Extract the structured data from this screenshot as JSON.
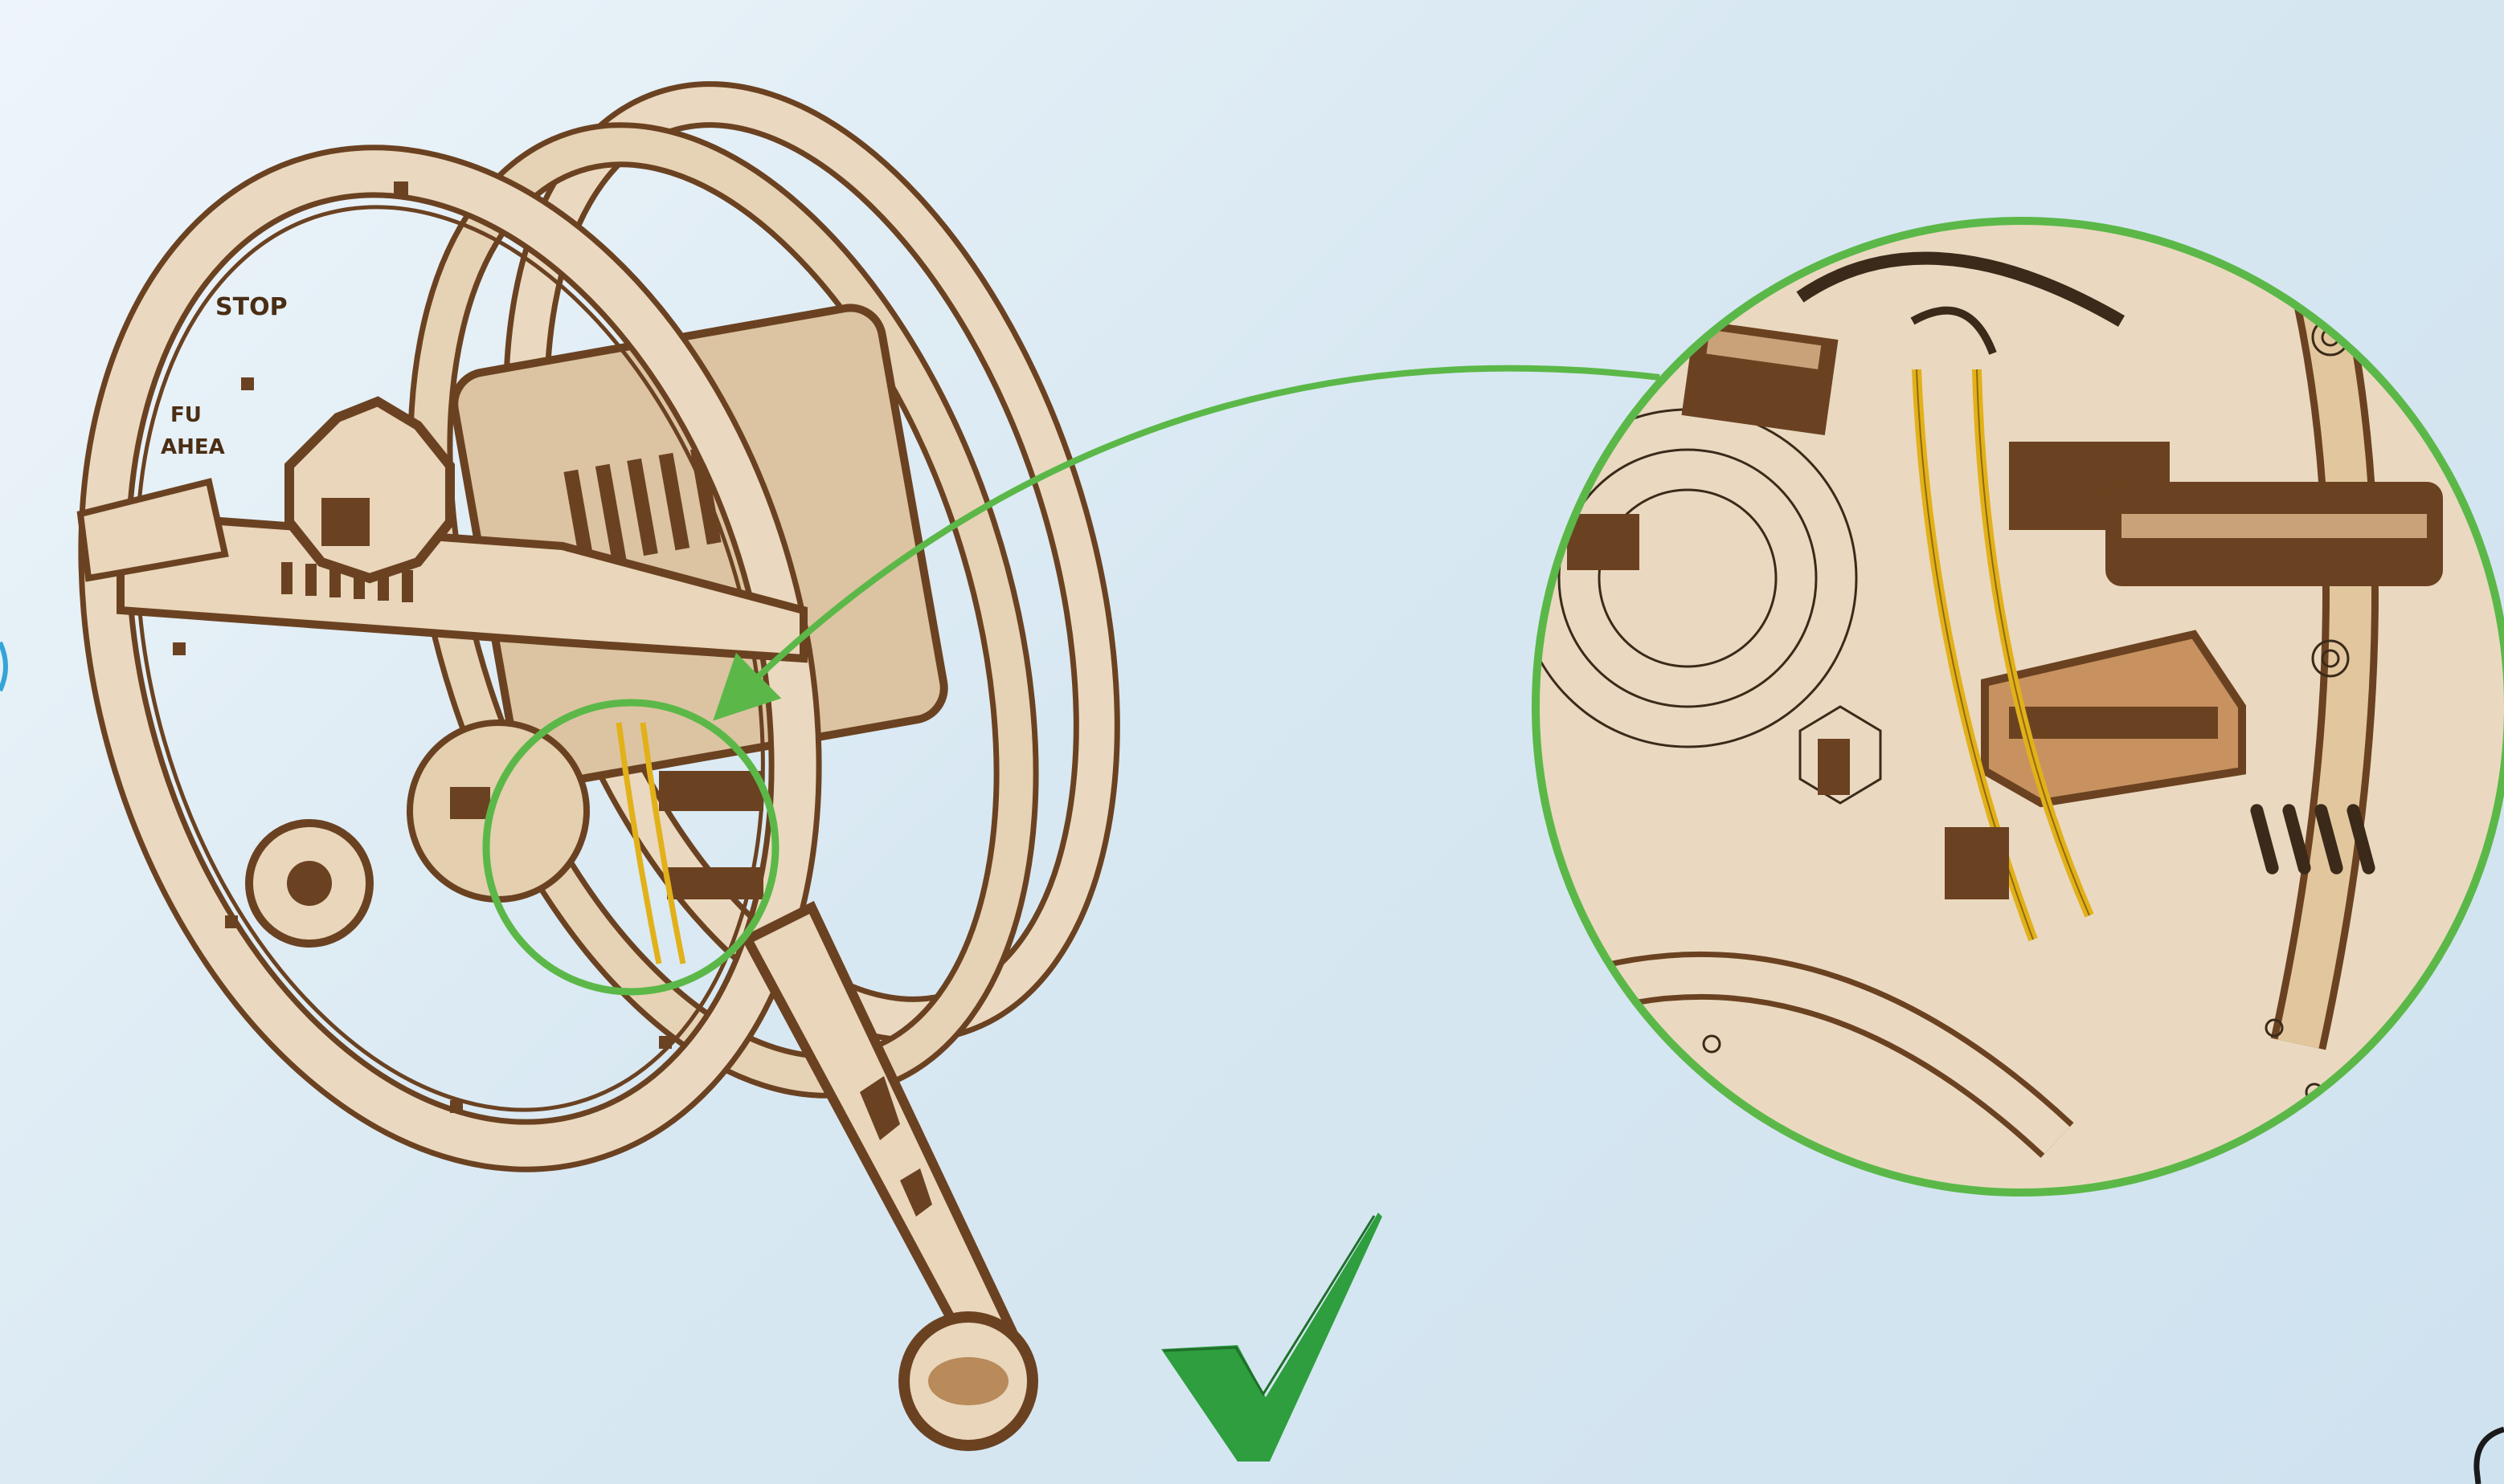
{
  "page": {
    "background": "#dceaf4",
    "accent_green": "#5bb848",
    "check_green": "#2e9e3e",
    "wood_light": "#ead9c0",
    "wood_dark": "#6b4221",
    "rubber_band": "#e2b11a"
  },
  "model": {
    "knob_labels": {
      "stop": "STOP",
      "full": "FU",
      "ahead": "AHEA"
    }
  },
  "icons": {
    "callout_arrow": "arrow-icon",
    "confirm": "checkmark-icon",
    "partial_circle": "circle-fragment-icon"
  }
}
